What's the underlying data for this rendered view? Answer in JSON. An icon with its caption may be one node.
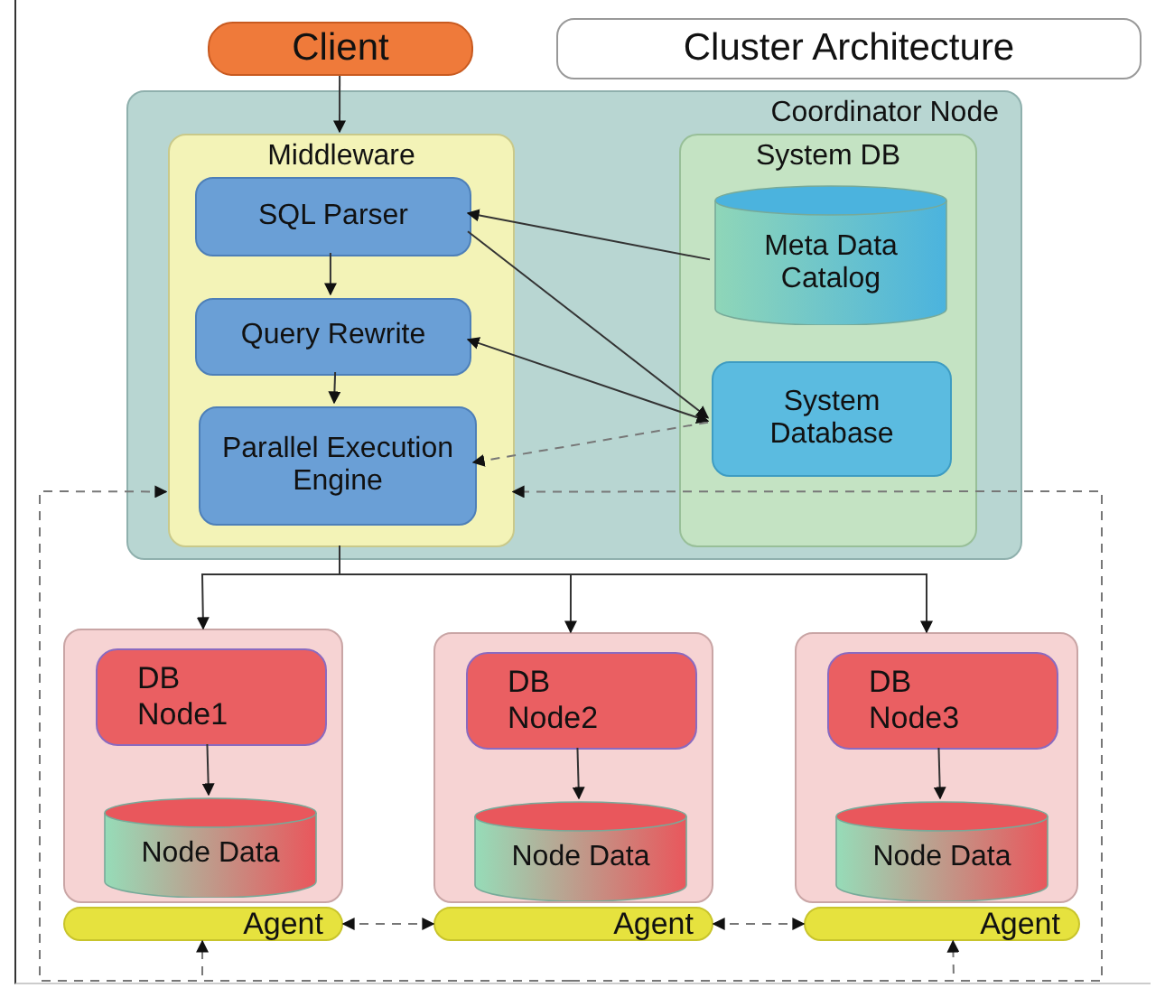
{
  "diagram": {
    "nodes": [
      {
        "text": [
          "Client"
        ]
      },
      {
        "text": [
          "Cluster Architecture"
        ]
      },
      {
        "text": [
          "Coordinator Node"
        ]
      },
      {
        "text": [
          "Middleware"
        ],
        "in": 2
      },
      {
        "text": [
          "SQL Parser"
        ],
        "in": 3
      },
      {
        "text": [
          "Query Rewrite"
        ],
        "in": 3
      },
      {
        "text": [
          "Parallel Execution Engine"
        ],
        "in": 3
      },
      {
        "text": [
          "System DB"
        ],
        "in": 2
      },
      {
        "text": [
          "Meta Data Catalog"
        ],
        "in": 7
      },
      {
        "text": [
          "System Database"
        ],
        "in": 7
      },
      {
        "text": [],
        "shape": "box"
      },
      {
        "text": [
          "DB Node1"
        ],
        "in": 10
      },
      {
        "text": [
          "Node Data"
        ],
        "in": 10
      },
      {
        "text": [],
        "shape": "box"
      },
      {
        "text": [
          "DB Node2"
        ],
        "in": 13
      },
      {
        "text": [
          "Node Data"
        ],
        "in": 13
      },
      {
        "text": [],
        "shape": "box"
      },
      {
        "text": [
          "DB Node3"
        ],
        "in": 16
      },
      {
        "text": [
          "Node Data"
        ],
        "in": 16
      },
      {
        "text": [
          "Agent"
        ]
      },
      {
        "text": [
          "Agent"
        ]
      },
      {
        "text": [
          "Agent"
        ]
      }
    ],
    "edges": [
      {
        "from": 0,
        "to": 3,
        "arrow": "to"
      },
      {
        "from": 4,
        "to": 5,
        "arrow": "to"
      },
      {
        "from": 5,
        "to": 6,
        "arrow": "to"
      },
      {
        "from": 8,
        "to": 4,
        "arrow": "to"
      },
      {
        "from": 4,
        "to": 9,
        "arrow": "to"
      },
      {
        "from": 5,
        "to": 9,
        "arrow": "both"
      },
      {
        "from": 9,
        "to": 6,
        "arrow": "to",
        "style": "dashed"
      },
      {
        "from": 3,
        "to": 10,
        "arrow": "to"
      },
      {
        "from": 3,
        "to": 13,
        "arrow": "to"
      },
      {
        "from": 3,
        "to": 16,
        "arrow": "to"
      },
      {
        "from": 11,
        "to": 12,
        "arrow": "to"
      },
      {
        "from": 14,
        "to": 15,
        "arrow": "to"
      },
      {
        "from": 17,
        "to": 18,
        "arrow": "to"
      },
      {
        "from": 19,
        "to": 20,
        "arrow": "both",
        "style": "dashed"
      },
      {
        "from": 20,
        "to": 21,
        "arrow": "both",
        "style": "dashed"
      },
      {
        "from": null,
        "to": 19,
        "arrow": "to",
        "style": "dashed"
      },
      {
        "from": null,
        "to": 21,
        "arrow": "to",
        "style": "dashed"
      },
      {
        "from": null,
        "to": 3,
        "arrow": "to",
        "style": "dashed"
      },
      {
        "from": null,
        "to": 3,
        "arrow": "to",
        "style": "dashed"
      }
    ]
  }
}
